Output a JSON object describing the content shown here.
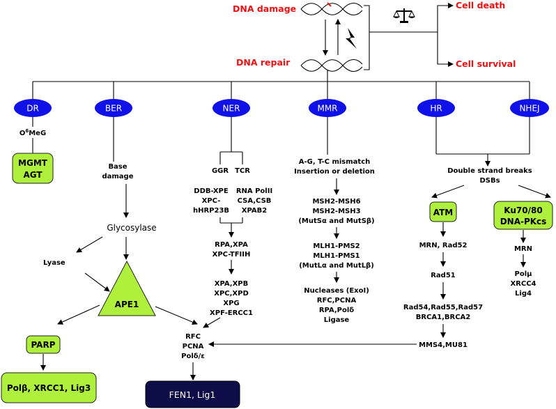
{
  "header": {
    "dna_damage": "DNA damage",
    "dna_repair": "DNA repair",
    "cell_death": "Cell death",
    "cell_survival": "Cell survival",
    "balance_icon": "scales-icon"
  },
  "pathways": {
    "dr": "DR",
    "ber": "BER",
    "ner": "NER",
    "mmr": "MMR",
    "hr": "HR",
    "nhej": "NHEJ"
  },
  "dr": {
    "o6meg": [
      "O",
      "6",
      "MeG"
    ],
    "box": [
      "MGMT",
      "AGT"
    ]
  },
  "ber": {
    "base_damage": [
      "Base",
      "damage"
    ],
    "glycosylase": "Glycosylase",
    "lyase": "Lyase",
    "ape1": "APE1",
    "parp": "PARP",
    "bottom_box": "Polβ, XRCC1, Lig3"
  },
  "ner": {
    "ggr": "GGR",
    "tcr": "TCR",
    "ggr_genes": [
      "DDB-XPE",
      "XPC-",
      "hHRP23B"
    ],
    "tcr_genes": [
      "RNA PolII",
      "CSA,CSB",
      "XPAB2"
    ],
    "step2": [
      "RPA,XPA",
      "XPC-TFIIH"
    ],
    "step3": [
      "XPA,XPB",
      "XPC,XPD",
      "XPG",
      "XPF-ERCC1"
    ]
  },
  "mmr": {
    "trigger": [
      "A-G, T-C mismatch",
      "Insertion or deletion"
    ],
    "step1": [
      "MSH2-MSH6",
      "MSH2-MSH3",
      "(MutSα and MutSβ)"
    ],
    "step2": [
      "MLH1-PMS2",
      "MLH1-PMS1",
      "(MutLα and MutLβ)"
    ],
    "step3": [
      "Nucleases (ExoI)",
      "RFC,PCNA",
      "RPA,Polδ",
      "Ligase"
    ]
  },
  "hr": {
    "dsb": [
      "Double strand breaks",
      "DSBs"
    ],
    "atm": "ATM",
    "step1": "MRN, Rad52",
    "step2": "Rad51",
    "step3": [
      "Rad54,Rad55,Rad57",
      "BRCA1,BRCA2"
    ],
    "step4": "MMS4,MU81"
  },
  "nhej": {
    "box": [
      "Ku70/80",
      "DNA-PKcs"
    ],
    "step1": "MRN",
    "step2": [
      "Polμ",
      "XRCC4",
      "Lig4"
    ]
  },
  "common": {
    "rfc": [
      "RFC",
      "PCNA",
      "Polδ/ε"
    ],
    "final_box": "FEN1, Lig1"
  },
  "colors": {
    "oval": "#1010e8",
    "green": "#aef03c",
    "navy": "#0d0d4a",
    "red_text": "#ee1111"
  }
}
